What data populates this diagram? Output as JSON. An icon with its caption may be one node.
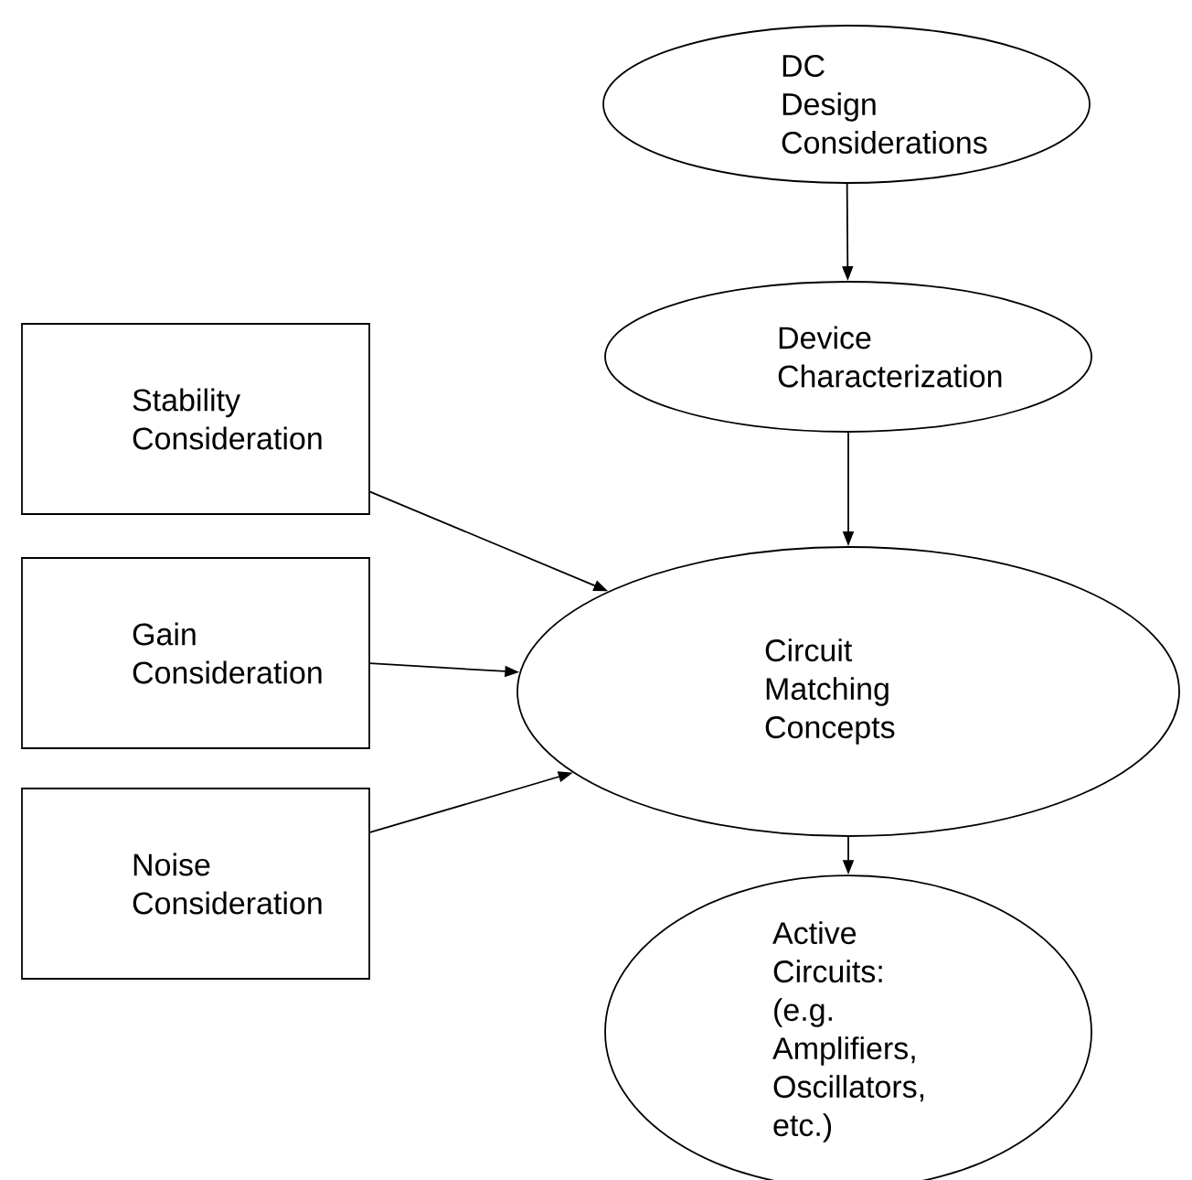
{
  "diagram": {
    "nodes": [
      {
        "text": [
          "DC Design Considerations"
        ]
      },
      {
        "text": [
          "Device Characterization"
        ]
      },
      {
        "text": [
          "Stability Consideration"
        ]
      },
      {
        "text": [
          "Gain Consideration"
        ]
      },
      {
        "text": [
          "Noise Consideration"
        ]
      },
      {
        "text": [
          "Circuit Matching Concepts"
        ]
      },
      {
        "text": [
          "Active Circuits: (e.g. Amplifiers, Oscillators, etc.)"
        ]
      }
    ],
    "edges": [
      {
        "from": 0,
        "to": 1,
        "arrow": "to"
      },
      {
        "from": 1,
        "to": 5,
        "arrow": "to"
      },
      {
        "from": 2,
        "to": 5,
        "arrow": "to"
      },
      {
        "from": 3,
        "to": 5,
        "arrow": "to"
      },
      {
        "from": 4,
        "to": 5,
        "arrow": "to"
      },
      {
        "from": 5,
        "to": 6,
        "arrow": "to"
      }
    ]
  }
}
